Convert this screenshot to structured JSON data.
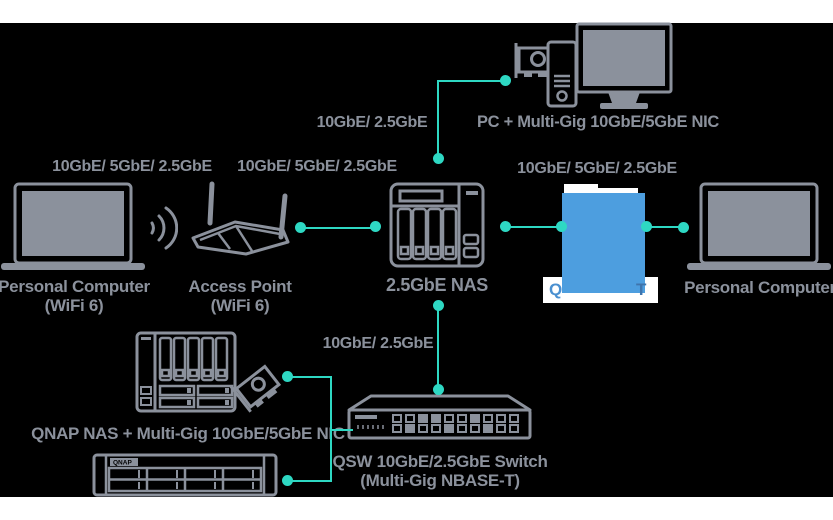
{
  "colors": {
    "background": "#000000",
    "outline_gray": "#8B919C",
    "accent_teal": "#2ED8C3",
    "overlay_blue": "#4D9EDF",
    "caption_blue": "#4A90D0",
    "white": "#FFFFFF"
  },
  "links": {
    "pc_to_ap_wifi": "10GbE/ 5GbE/ 2.5GbE",
    "ap_to_nas": "10GbE/ 5GbE/ 2.5GbE",
    "nas_to_pc_top": "10GbE/ 2.5GbE",
    "nas_to_covered_switch": "10GbE/ 5GbE/ 2.5GbE",
    "nas_to_qsw": "10GbE/ 2.5GbE"
  },
  "nodes": {
    "personal_computer_left": {
      "label_line1": "Personal Computer",
      "label_line2": "(WiFi 6)"
    },
    "access_point": {
      "label_line1": "Access Point",
      "label_line2": "(WiFi 6)"
    },
    "nas": {
      "label": "2.5GbE NAS"
    },
    "pc_with_nic": {
      "label": "PC + Multi-Gig 10GbE/5GbE NIC"
    },
    "covered_switch": {
      "visible_left": "Q",
      "visible_right": "T"
    },
    "personal_computer_right": {
      "label": "Personal Computer"
    },
    "qnap_nas_with_nic": {
      "label": "QNAP NAS + Multi-Gig 10GbE/5GbE NIC"
    },
    "rackmount_nas": {
      "brand": "QNAP"
    },
    "qsw_switch": {
      "label_line1": "QSW 10GbE/2.5GbE Switch",
      "label_line2": "(Multi-Gig NBASE-T)"
    }
  }
}
